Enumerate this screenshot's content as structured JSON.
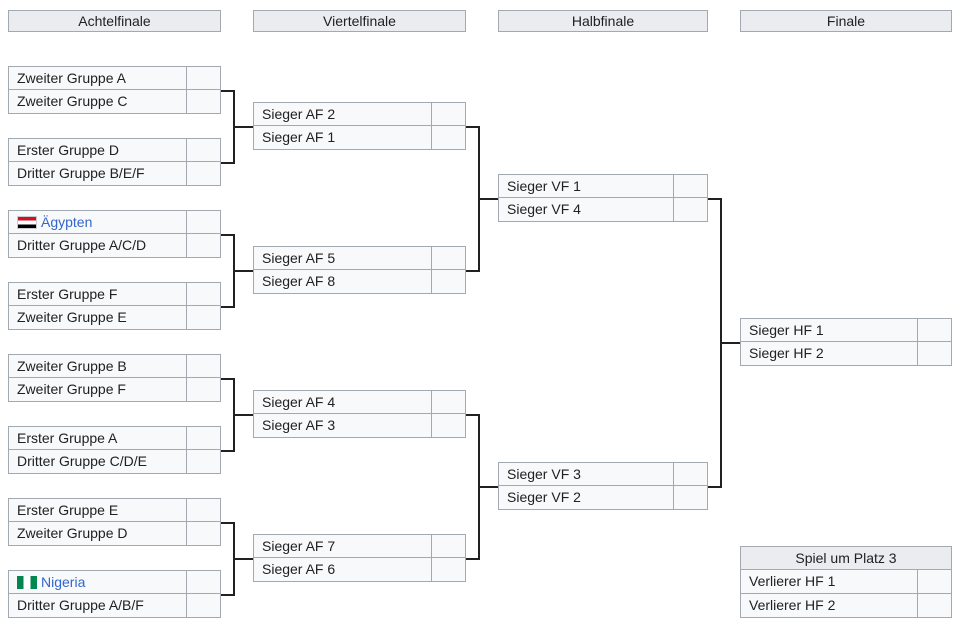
{
  "rounds": {
    "r16": "Achtelfinale",
    "qf": "Viertelfinale",
    "sf": "Halbfinale",
    "final": "Finale"
  },
  "r16": [
    {
      "team1": "Zweiter Gruppe A",
      "team2": "Zweiter Gruppe C"
    },
    {
      "team1": "Erster Gruppe D",
      "team2": "Dritter Gruppe B/E/F"
    },
    {
      "team1": "Ägypten",
      "team2": "Dritter Gruppe A/C/D",
      "flag1": "egypt-flag-icon"
    },
    {
      "team1": "Erster Gruppe F",
      "team2": "Zweiter Gruppe E"
    },
    {
      "team1": "Zweiter Gruppe B",
      "team2": "Zweiter Gruppe F"
    },
    {
      "team1": "Erster Gruppe A",
      "team2": "Dritter Gruppe C/D/E"
    },
    {
      "team1": "Erster Gruppe E",
      "team2": "Zweiter Gruppe D"
    },
    {
      "team1": "Nigeria",
      "team2": "Dritter Gruppe A/B/F",
      "flag1": "nigeria-flag-icon"
    }
  ],
  "qf": [
    {
      "team1": "Sieger AF 2",
      "team2": "Sieger AF 1"
    },
    {
      "team1": "Sieger AF 5",
      "team2": "Sieger AF 8"
    },
    {
      "team1": "Sieger AF 4",
      "team2": "Sieger AF 3"
    },
    {
      "team1": "Sieger AF 7",
      "team2": "Sieger AF 6"
    }
  ],
  "sf": [
    {
      "team1": "Sieger VF 1",
      "team2": "Sieger VF 4"
    },
    {
      "team1": "Sieger VF 3",
      "team2": "Sieger VF 2"
    }
  ],
  "final": {
    "team1": "Sieger HF 1",
    "team2": "Sieger HF 2"
  },
  "third_place": {
    "header": "Spiel um Platz 3",
    "team1": "Verlierer HF 1",
    "team2": "Verlierer HF 2"
  },
  "colors": {
    "header_bg": "#eaecf0",
    "cell_bg": "#f8f9fa",
    "border": "#a2a9b1",
    "link": "#3366cc"
  }
}
